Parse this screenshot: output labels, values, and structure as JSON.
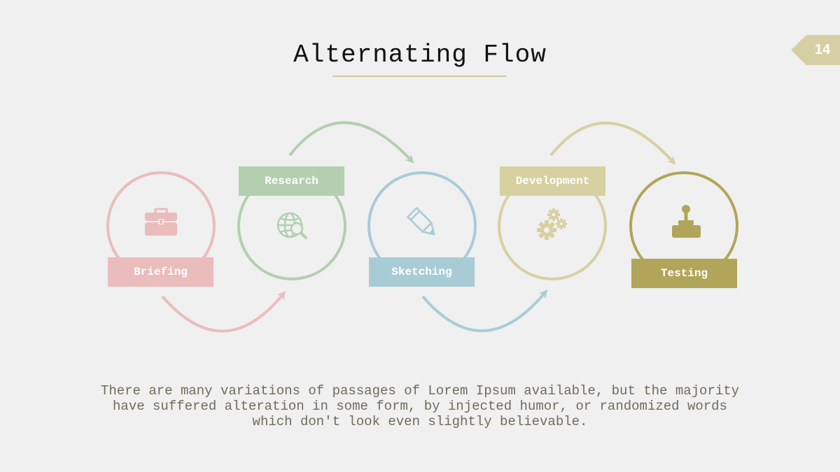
{
  "title": "Alternating Flow",
  "page_number": "14",
  "colors": {
    "background": "#f0f0f0",
    "accent_tab": "#d6cfa3",
    "briefing": "#ebbcbc",
    "research": "#b3cfb0",
    "sketching": "#a8ccd6",
    "development": "#d7d0a1",
    "testing": "#b1a55a"
  },
  "steps": [
    {
      "label": "Briefing",
      "icon": "briefcase-icon"
    },
    {
      "label": "Research",
      "icon": "globe-search-icon"
    },
    {
      "label": "Sketching",
      "icon": "pencil-icon"
    },
    {
      "label": "Development",
      "icon": "gears-icon"
    },
    {
      "label": "Testing",
      "icon": "joystick-icon"
    }
  ],
  "description": "There are many variations of passages of Lorem Ipsum available, but the majority\nhave suffered alteration in some form, by injected humor, or randomized words\nwhich don't look even slightly believable."
}
